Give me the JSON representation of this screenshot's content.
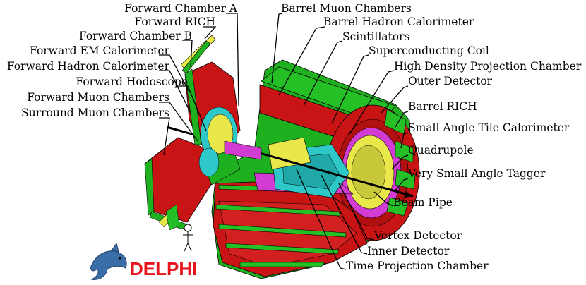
{
  "title": "DELPHI",
  "colors": {
    "red": "#c81414",
    "green": "#1fb01f",
    "yellow": "#e8e84a",
    "magenta": "#d23cd2",
    "cyan": "#2ec8c8",
    "logo": "#e8141b"
  },
  "left_labels": [
    "Forward Chamber A",
    "Forward RICH",
    "Forward Chamber B",
    "Forward EM Calorimeter",
    "Forward Hadron Calorimeter",
    "Forward Hodoscope",
    "Forward Muon Chambers",
    "Surround Muon Chambers"
  ],
  "right_labels": [
    "Barrel Muon Chambers",
    "Barrel Hadron Calorimeter",
    "Scintillators",
    "Superconducting Coil",
    "High Density Projection Chamber",
    "Outer Detector",
    "Barrel RICH",
    "Small Angle Tile Calorimeter",
    "Quadrupole",
    "Very Small Angle Tagger",
    "Beam Pipe",
    "Vertex Detector",
    "Inner Detector",
    "Time Projection Chamber"
  ],
  "mascot_icon": "dolphin-icon",
  "person_icon": "scale-person-icon"
}
